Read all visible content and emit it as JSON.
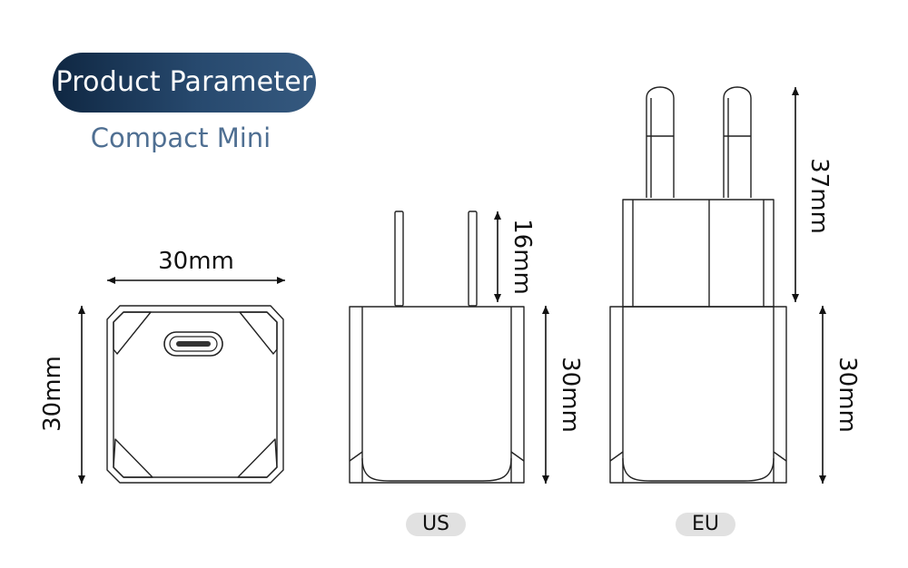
{
  "header": {
    "title": "Product Parameter",
    "subtitle": "Compact Mini"
  },
  "dimensions": {
    "front_width": "30mm",
    "front_height": "30mm",
    "us_prong_length": "16mm",
    "us_body_height": "30mm",
    "eu_pin_length": "37mm",
    "eu_body_height": "30mm"
  },
  "labels": {
    "us": "US",
    "eu": "EU"
  },
  "colors": {
    "header_dark": "#0f2742",
    "header_light": "#35597f",
    "subtitle": "#4f6f92",
    "label_bg": "#e1e1e1"
  }
}
